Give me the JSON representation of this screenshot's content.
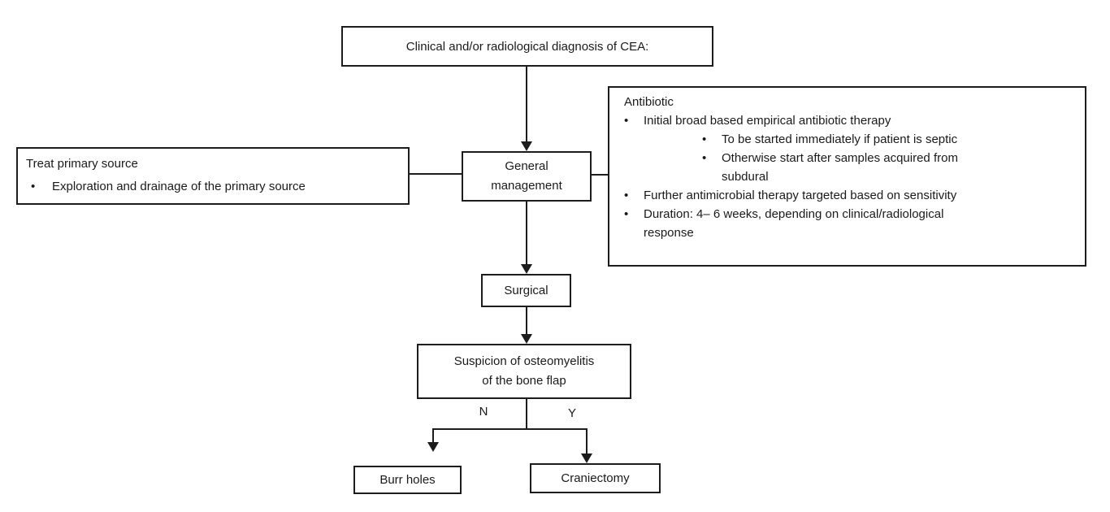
{
  "flowchart": {
    "diagnosis": {
      "label": "Clinical and/or radiological diagnosis of CEA:"
    },
    "treat_primary_source": {
      "title": "Treat primary source",
      "bullets": [
        "Exploration and drainage of the primary source"
      ]
    },
    "general_management": {
      "label": "General management"
    },
    "antibiotic": {
      "title": "Antibiotic",
      "items": [
        {
          "text": "Initial broad based empirical antibiotic therapy",
          "sub": [
            "To be started immediately if patient is septic",
            "Otherwise start after samples acquired from subdural"
          ]
        },
        {
          "text": "Further antimicrobial therapy targeted based on sensitivity",
          "sub": []
        },
        {
          "text": "Duration: 4– 6 weeks, depending on clinical/radiological response",
          "sub": []
        }
      ],
      "bullet_glyph": "•"
    },
    "surgical": {
      "label": "Surgical"
    },
    "osteomyelitis": {
      "label": "Suspicion of osteomyelitis of the bone flap"
    },
    "branch": {
      "no": "N",
      "yes": "Y"
    },
    "burr_holes": {
      "label": "Burr holes"
    },
    "craniectomy": {
      "label": "Craniectomy"
    }
  },
  "colors": {
    "background": "#ffffff",
    "line": "#1c1c1c",
    "text": "#1a1a1a"
  }
}
